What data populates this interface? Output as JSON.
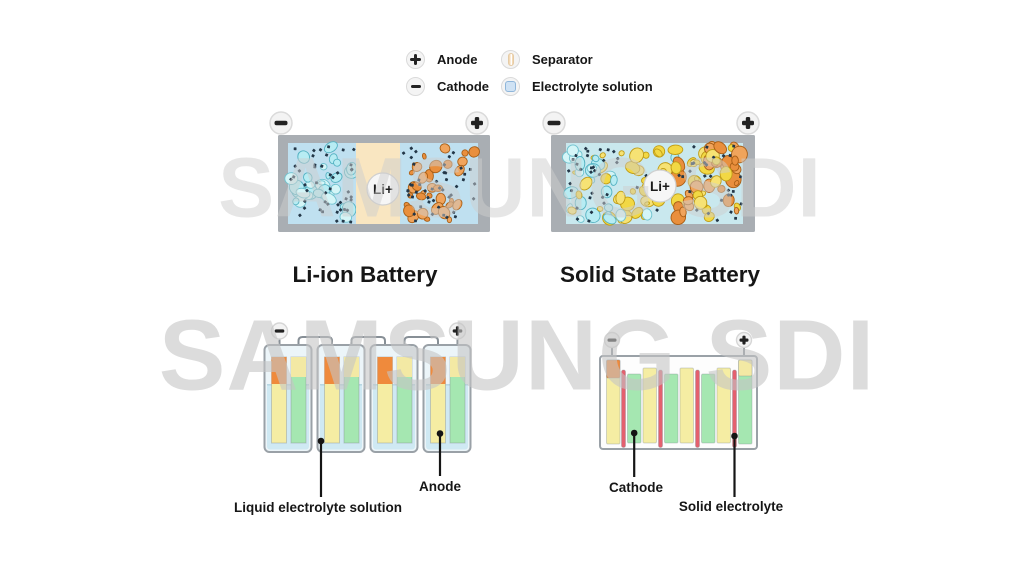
{
  "watermark_top": "SAMSUNG SDI",
  "watermark_bottom": "SAMSUNG SDI",
  "legend": {
    "anode": "Anode",
    "cathode": "Cathode",
    "separator": "Separator",
    "electrolyte": "Electrolyte solution"
  },
  "liion": {
    "title": "Li-ion Battery",
    "ion": "Li+",
    "label_liquid": "Liquid electrolyte solution",
    "label_anode": "Anode"
  },
  "solid": {
    "title": "Solid State Battery",
    "ion": "Li+",
    "label_cathode": "Cathode",
    "label_solid": "Solid electrolyte"
  },
  "colors": {
    "frame_gray": "#a9aeb3",
    "electrolyte_blue": "#bfe0f0",
    "separator_cream": "#f9e6c1",
    "cyan_particle": "#b7ecf3",
    "orange_particle": "#e98f3d",
    "yellow_particle": "#f2d844",
    "dot_dark": "#233748",
    "cell_liquid": "#cfe9f3",
    "bar_yellow": "#f5eda3",
    "bar_green": "#a5e7b1",
    "bar_orange_cap": "#ef8a3c",
    "solid_electrolyte_red": "#e4606e",
    "text_dark": "#161616"
  }
}
